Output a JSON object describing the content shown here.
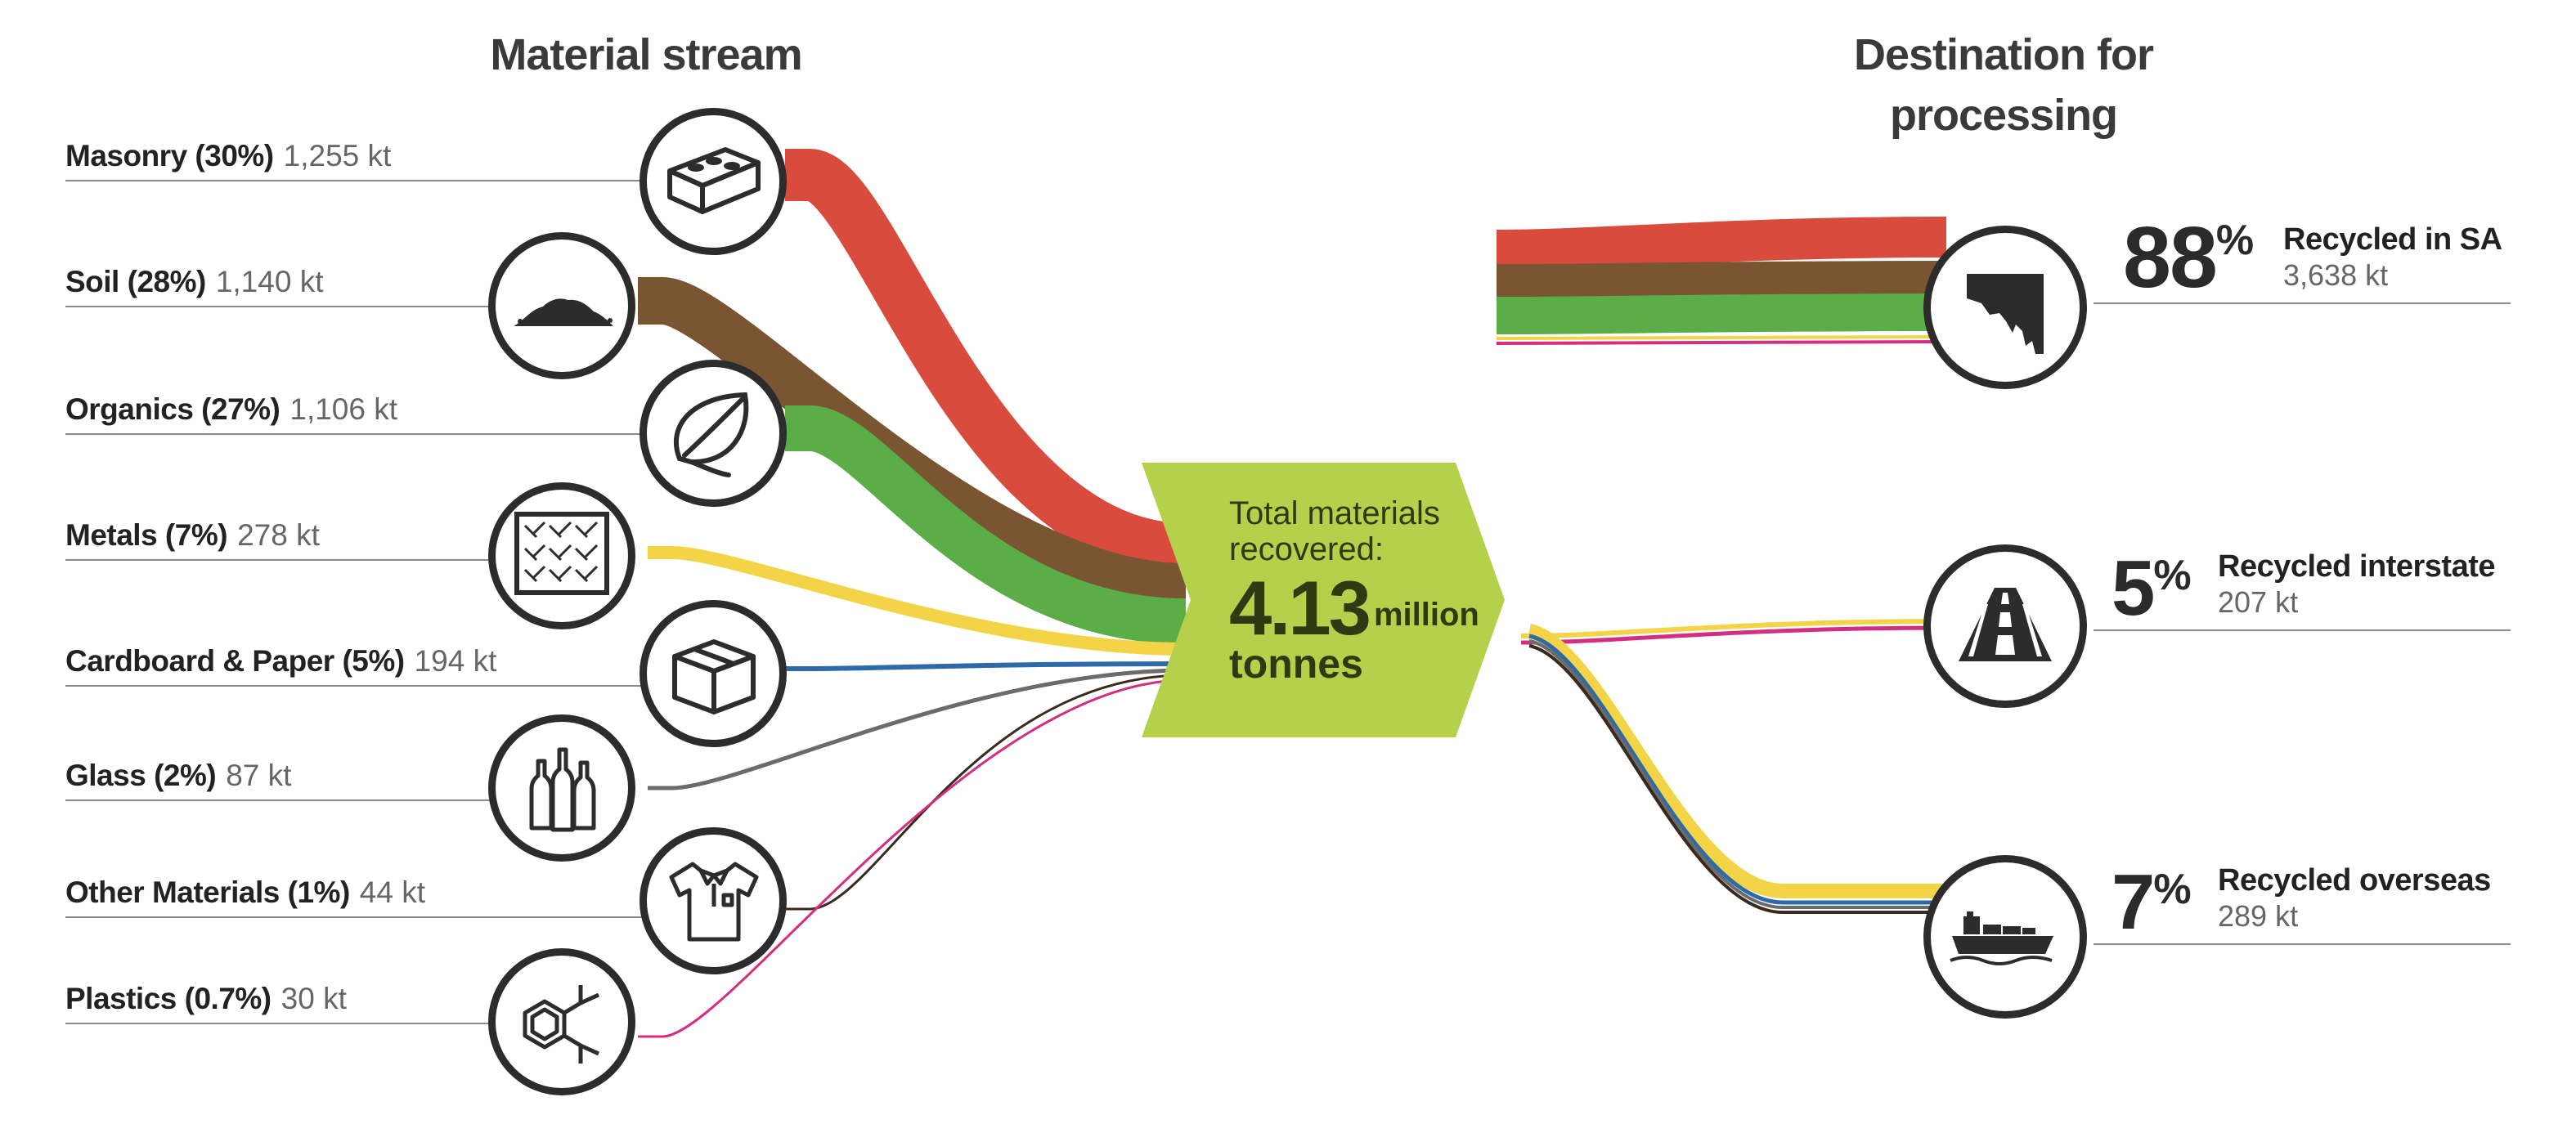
{
  "headings": {
    "material_stream": "Material stream",
    "destination_line1": "Destination for",
    "destination_line2": "processing"
  },
  "materials": [
    {
      "name": "Masonry (30%)",
      "kt": "1,255 kt",
      "icon": "brick-icon",
      "color": "#d94c3d"
    },
    {
      "name": "Soil (28%)",
      "kt": "1,140 kt",
      "icon": "soil-pile-icon",
      "color": "#7a5532"
    },
    {
      "name": "Organics (27%)",
      "kt": "1,106 kt",
      "icon": "leaf-icon",
      "color": "#5aad47"
    },
    {
      "name": "Metals (7%)",
      "kt": "278 kt",
      "icon": "metal-plate-icon",
      "color": "#f3d447"
    },
    {
      "name": "Cardboard & Paper (5%)",
      "kt": "194 kt",
      "icon": "box-icon",
      "color": "#2e6aa8"
    },
    {
      "name": "Glass (2%)",
      "kt": "87 kt",
      "icon": "bottles-icon",
      "color": "#6b6b6b"
    },
    {
      "name": "Other Materials (1%)",
      "kt": "44 kt",
      "icon": "shirt-icon",
      "color": "#3a2a1e"
    },
    {
      "name": "Plastics (0.7%)",
      "kt": "30 kt",
      "icon": "chemical-structure-icon",
      "color": "#d42e83"
    }
  ],
  "total": {
    "line1": "Total materials",
    "line2": "recovered:",
    "value": "4.13",
    "unit": "million",
    "line3": "tonnes",
    "color": "#b5d14b"
  },
  "destinations": [
    {
      "pct": "88",
      "sym": "%",
      "name": "Recycled in SA",
      "kt": "3,638 kt",
      "icon": "south-australia-map-icon"
    },
    {
      "pct": "5",
      "sym": "%",
      "name": "Recycled interstate",
      "kt": "207 kt",
      "icon": "highway-icon"
    },
    {
      "pct": "7",
      "sym": "%",
      "name": "Recycled overseas",
      "kt": "289 kt",
      "icon": "cargo-ship-icon"
    }
  ]
}
